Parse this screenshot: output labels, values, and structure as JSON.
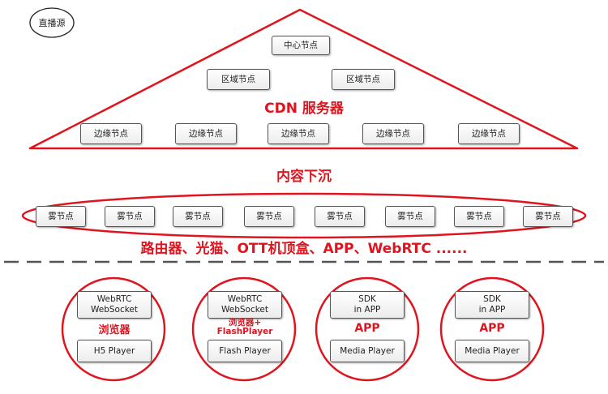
{
  "source_label": "直播源",
  "cdn": {
    "title": "CDN 服务器",
    "center_node": "中心节点",
    "region_nodes": [
      "区域节点",
      "区域节点"
    ],
    "edge_nodes": [
      "边缘节点",
      "边缘节点",
      "边缘节点",
      "边缘节点",
      "边缘节点"
    ]
  },
  "sink_label": "内容下沉",
  "fog": {
    "nodes": [
      "雾节点",
      "雾节点",
      "雾节点",
      "雾节点",
      "雾节点",
      "雾节点",
      "雾节点",
      "雾节点"
    ],
    "devices_label": "路由器、光猫、OTT机顶盒、APP、WebRTC ......"
  },
  "clients": [
    {
      "top_lines": [
        "WebRTC",
        "WebSocket"
      ],
      "label": "浏览器",
      "player": "H5 Player"
    },
    {
      "top_lines": [
        "WebRTC",
        "WebSocket"
      ],
      "label": "浏览器+\nFlashPlayer",
      "player": "Flash Player"
    },
    {
      "top_lines": [
        "SDK",
        "in APP"
      ],
      "label": "APP",
      "player": "Media Player"
    },
    {
      "top_lines": [
        "SDK",
        "in APP"
      ],
      "label": "APP",
      "player": "Media Player"
    }
  ],
  "colors": {
    "accent": "#e0141e",
    "divider": "#555555"
  }
}
